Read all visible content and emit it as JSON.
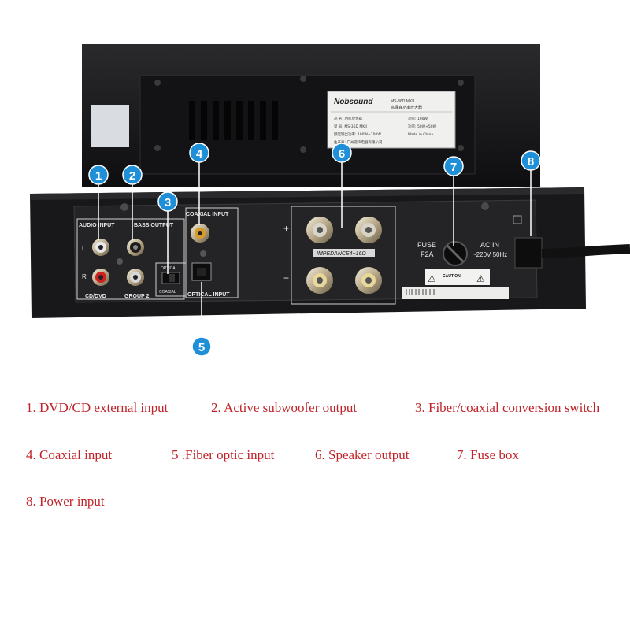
{
  "photo": {
    "front_label": {
      "brand": "Nobsound",
      "model": "MS-36D MKII",
      "chinese_title": "高保真功率放大器",
      "row1_left": "品  名: 功率放大器",
      "row1_right": "功率: 100W",
      "row2_left": "型  号: MS-36D MKII",
      "row2_right": "功率: 50W+50W",
      "row3_left": "额定输出功率: 100W+100W",
      "row3_right": "Made in China",
      "row4_left": "生产商: 广州诺声电器有限公司"
    },
    "panel_text": {
      "audio_input": "AUDIO INPUT",
      "bass_output": "BASS OUTPUT",
      "cd_dvd": "CD/DVD",
      "group2": "GROUP 2",
      "optical_small": "OPTICAL",
      "coaxial_small": "COAXIAL",
      "coaxial_input": "COAXIAL INPUT",
      "optical_input": "OPTICAL INPUT",
      "impedance": "IMPEDANCE4~16Ω",
      "plus": "+",
      "minus": "−",
      "fuse": "FUSE",
      "fuse_rating": "F2A",
      "ac_in": "AC IN",
      "ac_rating": "~220V 50Hz",
      "caution": "CAUTION",
      "l": "L",
      "r": "R"
    },
    "markers": [
      "1",
      "2",
      "3",
      "4",
      "5",
      "6",
      "7",
      "8"
    ],
    "colors": {
      "marker": "#1f8fd8",
      "accent": "#c0242a"
    }
  },
  "captions": [
    "1. DVD/CD external input",
    "2. Active subwoofer output",
    "3. Fiber/coaxial conversion switch",
    "4. Coaxial input",
    "5 .Fiber optic input",
    "6. Speaker output",
    "7. Fuse box",
    "8. Power input"
  ]
}
